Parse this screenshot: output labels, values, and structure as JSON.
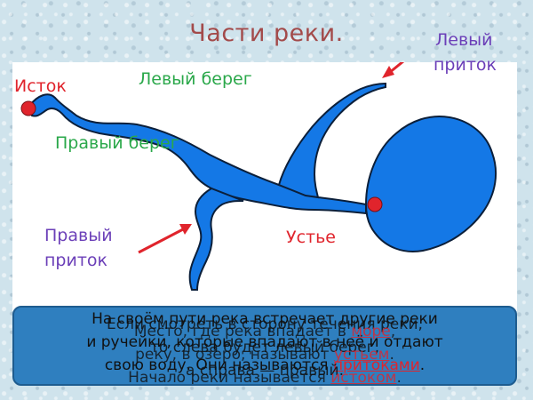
{
  "title": "Части реки.",
  "labels": {
    "source": "Исток",
    "left_bank": "Левый берег",
    "right_bank": "Правый берег",
    "left_tributary_line1": "Левый",
    "left_tributary_line2": "приток",
    "right_tributary_line1": "Правый",
    "right_tributary_line2": "приток",
    "mouth": "Устье"
  },
  "caption": {
    "text_a": "На своём пути река встречает другие реки",
    "text_a2": "и ручейки, которые впадают в неё и отдают",
    "text_a3": "свою воду. Они называются",
    "text_a3_red": "притоками",
    "text_b": "Если смотреть в сторону течения реки,",
    "text_b2": "то слева будет левый берег,",
    "text_b3": "а справа — правый.",
    "text_c": "Место, где река впадает в",
    "text_c_red": "море",
    "text_c2": "реку, в озеро, называют",
    "text_c2_red": "устьем",
    "text_d": "Начало реки называется",
    "text_d_red": "истоком"
  },
  "colors": {
    "water": "#1478e6",
    "outline": "#0b1f3a",
    "marker": "#e0242c",
    "arrow": "#e0242c"
  }
}
